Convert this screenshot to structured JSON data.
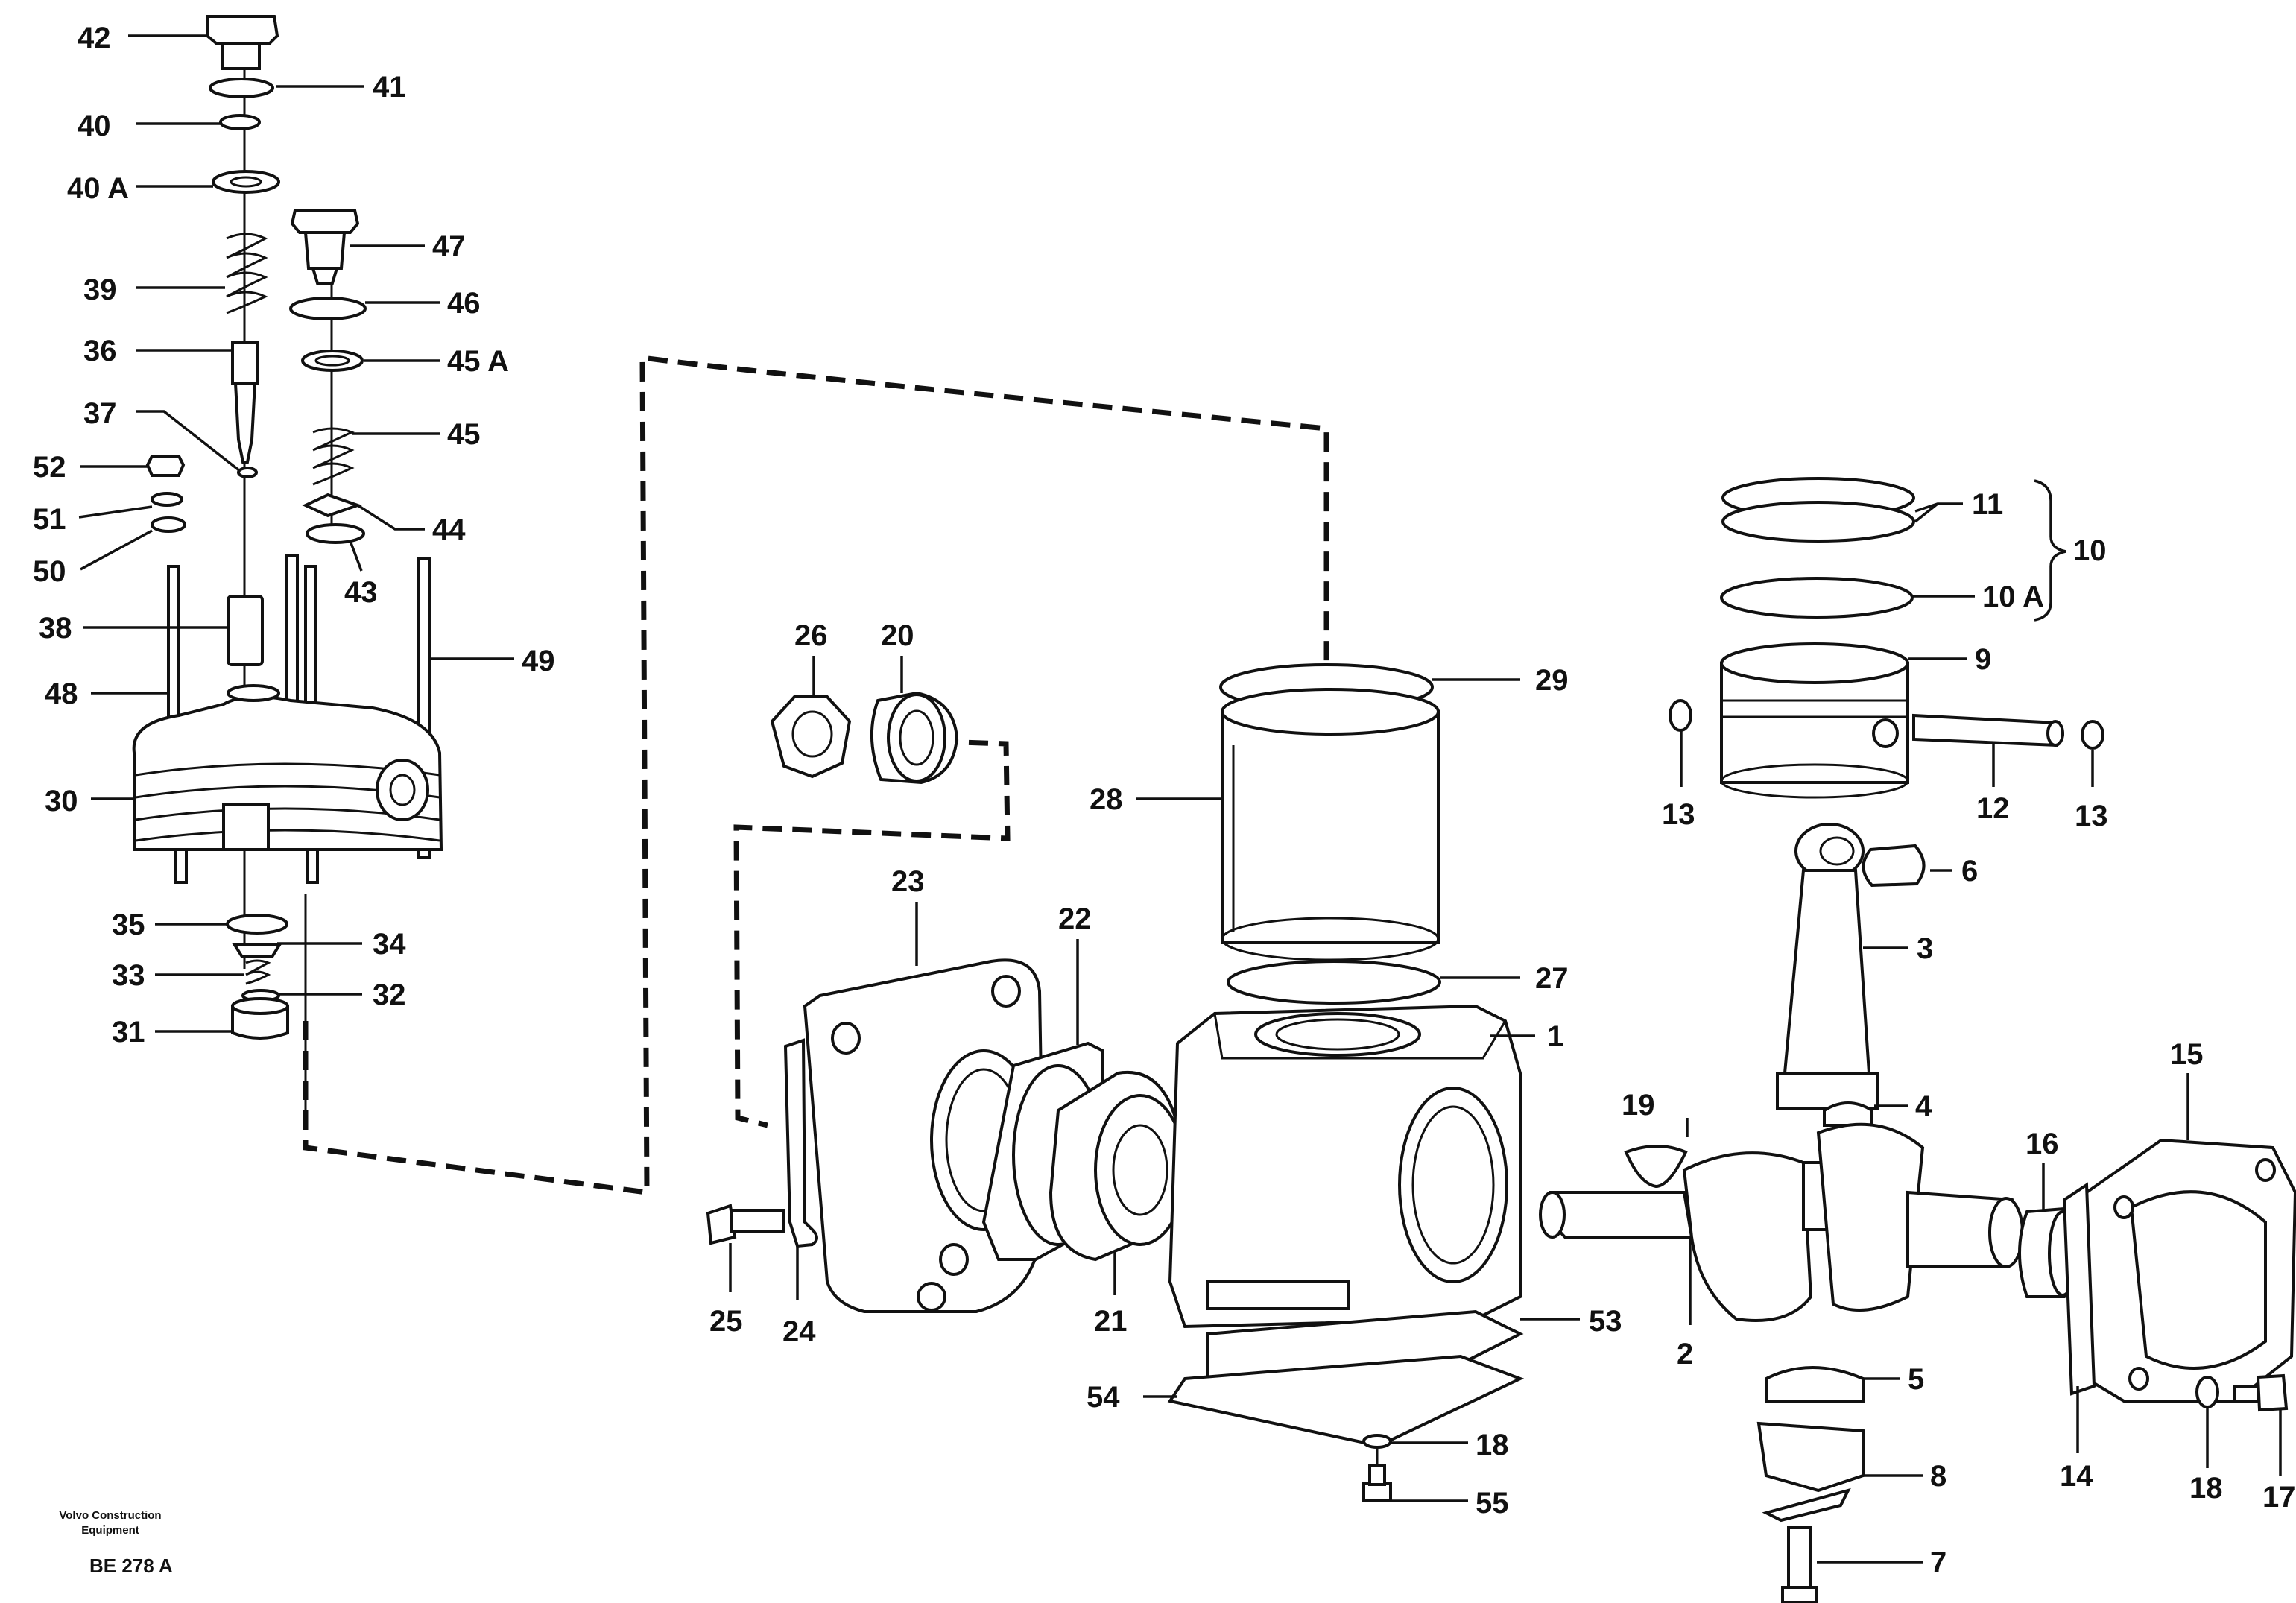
{
  "caption": {
    "line1": "Volvo Construction",
    "line2": "Equipment",
    "code": "BE 278 A"
  },
  "callouts": {
    "c1": "1",
    "c2": "2",
    "c3": "3",
    "c4": "4",
    "c5": "5",
    "c6": "6",
    "c7": "7",
    "c8": "8",
    "c9": "9",
    "c10": "10",
    "c10a": "10 A",
    "c11": "11",
    "c12": "12",
    "c13a": "13",
    "c13b": "13",
    "c14": "14",
    "c15": "15",
    "c16": "16",
    "c17": "17",
    "c18a": "18",
    "c18b": "18",
    "c19": "19",
    "c20": "20",
    "c21": "21",
    "c22": "22",
    "c23": "23",
    "c24": "24",
    "c25": "25",
    "c26": "26",
    "c27": "27",
    "c28": "28",
    "c29": "29",
    "c30": "30",
    "c31": "31",
    "c32": "32",
    "c33": "33",
    "c34": "34",
    "c35": "35",
    "c36": "36",
    "c37": "37",
    "c38": "38",
    "c39": "39",
    "c40": "40",
    "c40a": "40 A",
    "c41": "41",
    "c42": "42",
    "c43": "43",
    "c44": "44",
    "c45": "45",
    "c45a": "45 A",
    "c46": "46",
    "c47": "47",
    "c48": "48",
    "c49": "49",
    "c50": "50",
    "c51": "51",
    "c52": "52",
    "c53": "53",
    "c54": "54",
    "c55": "55"
  },
  "colors": {
    "ink": "#111111",
    "paper": "#ffffff"
  }
}
